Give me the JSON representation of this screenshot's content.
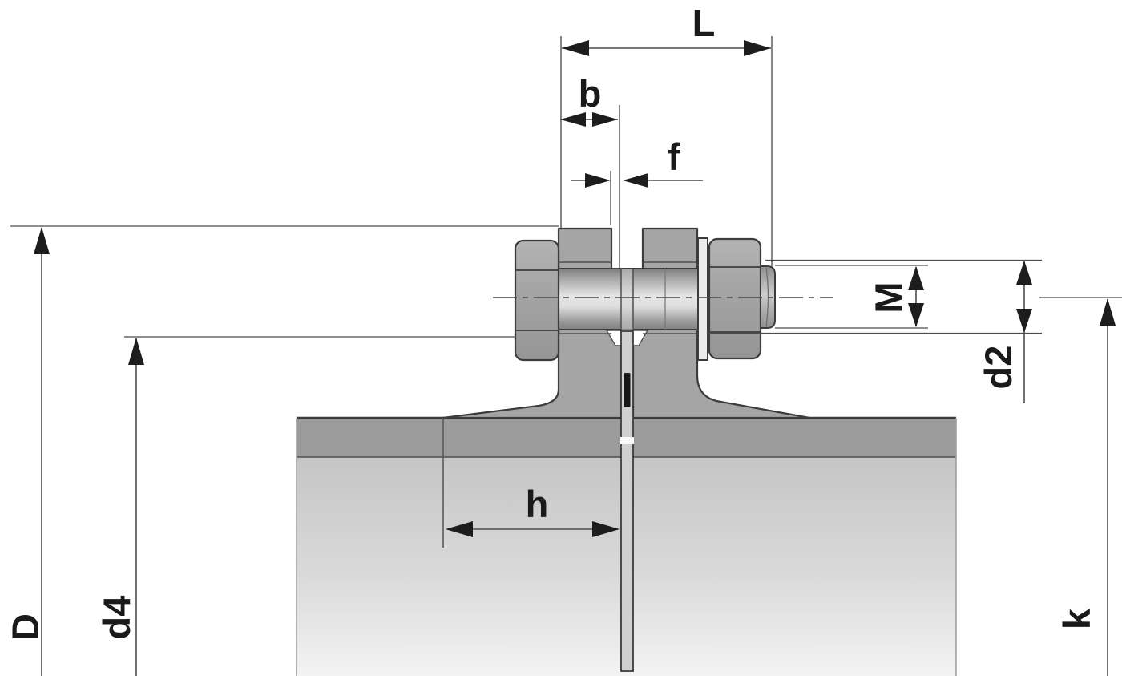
{
  "title": "Flange joint cross-section technical drawing",
  "dimension_labels": {
    "L": "L",
    "b": "b",
    "f": "f",
    "M": "M",
    "d2": "d2",
    "D": "D",
    "d4": "d4",
    "h": "h",
    "k": "k"
  },
  "colors": {
    "bg": "#ffffff",
    "outline": "#3c3c3c",
    "metal": "#a5a5a5",
    "pipe_wall": "#9b9b9b",
    "pipe_inner_top": "#c5c5c5",
    "pipe_inner_bottom": "#f3f3f3",
    "washer": "#ececec",
    "gasket": "#d0d0d0",
    "gasket_mark": "#161616",
    "dim": "#4c4c4c",
    "arrow": "#1d1d1d",
    "label": "#1a1a1a"
  }
}
